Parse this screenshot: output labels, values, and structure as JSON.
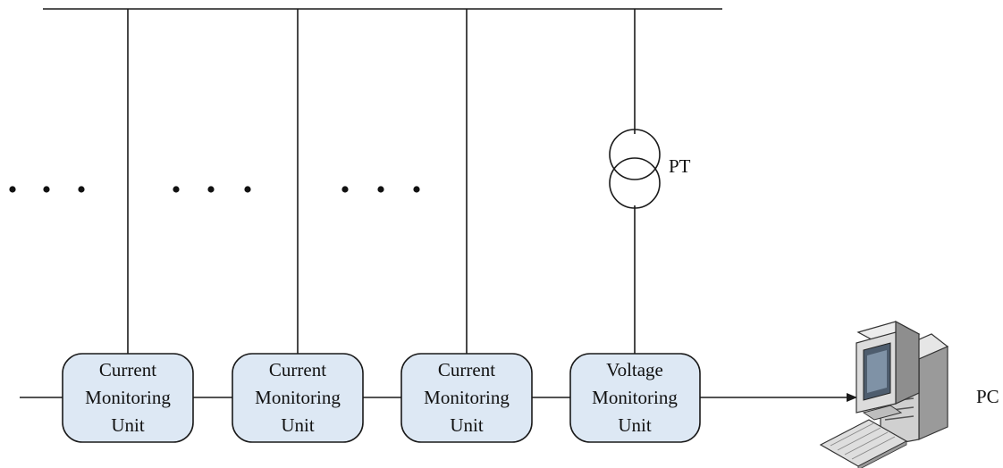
{
  "units": [
    {
      "lines": [
        "Current",
        "Monitoring",
        "Unit"
      ]
    },
    {
      "lines": [
        "Current",
        "Monitoring",
        "Unit"
      ]
    },
    {
      "lines": [
        "Current",
        "Monitoring",
        "Unit"
      ]
    },
    {
      "lines": [
        "Voltage",
        "Monitoring",
        "Unit"
      ]
    }
  ],
  "transformer_label": "PT",
  "pc_label": "PC",
  "colors": {
    "unit_fill": "#dde8f4",
    "line": "#1a1a1a"
  },
  "icons": {
    "pc": "desktop-computer-icon",
    "transformer": "potential-transformer-icon"
  }
}
